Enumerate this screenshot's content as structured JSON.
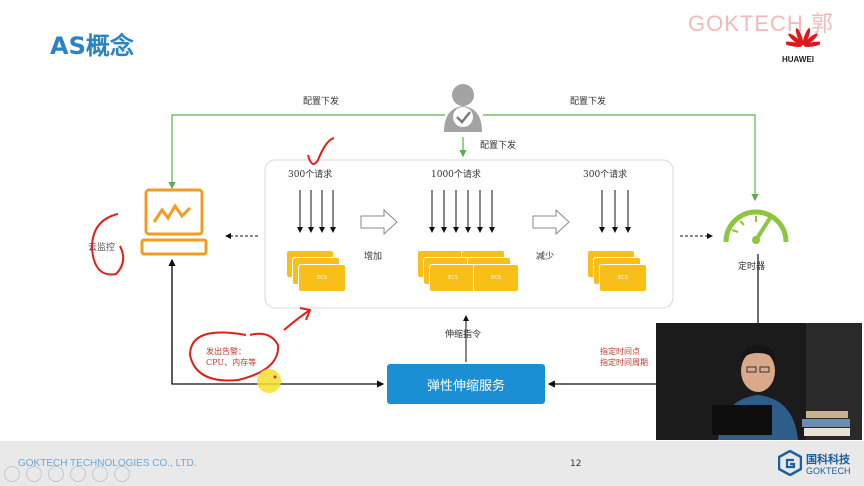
{
  "slide": {
    "title": "AS概念",
    "watermark": "GOKTECH 郭",
    "huawei_logo_text": "HUAWEI",
    "page_number": "12"
  },
  "diagram": {
    "config_left": "配置下发",
    "config_right": "配置下发",
    "config_center": "配置下发",
    "req_left": "300个请求",
    "req_center": "1000个请求",
    "req_right": "300个请求",
    "increase": "增加",
    "decrease": "减少",
    "ecs_label": "ECS",
    "scale_command": "伸缩指令",
    "cloud_monitor": "云监控",
    "timer": "定时器",
    "alert_line1": "发出告警：",
    "alert_line2": "CPU、内存等",
    "schedule_line1": "指定时间点",
    "schedule_line2": "指定时间周期",
    "service_label": "弹性伸缩服务"
  },
  "footer": {
    "company": "GOKTECH TECHNOLOGIES CO., LTD.",
    "brand_cn": "国科科技",
    "brand_en": "GOKTECH"
  },
  "colors": {
    "title": "#2a83c4",
    "green_line": "#5ab14a",
    "orange": "#f39c1f",
    "ecs": "#f7bf18",
    "service": "#1a8fd4",
    "annotation_red": "#e0201a"
  }
}
